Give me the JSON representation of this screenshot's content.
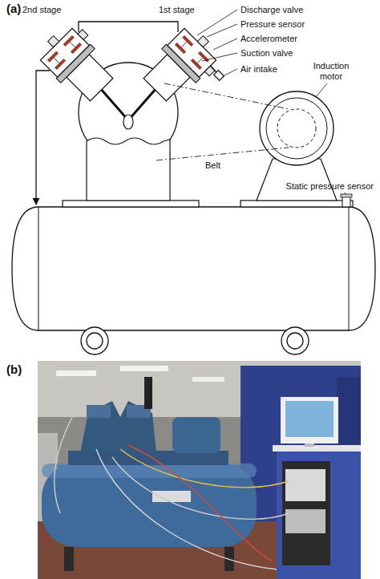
{
  "diagram": {
    "labels": [
      "(a)",
      "2nd stage",
      "1st stage",
      "Discharge valve",
      "Pressure sensor",
      "Accelerometer",
      "Suction valve",
      "Air intake",
      "Induction motor",
      "Belt",
      "Static pressure sensor",
      "(b)"
    ]
  }
}
